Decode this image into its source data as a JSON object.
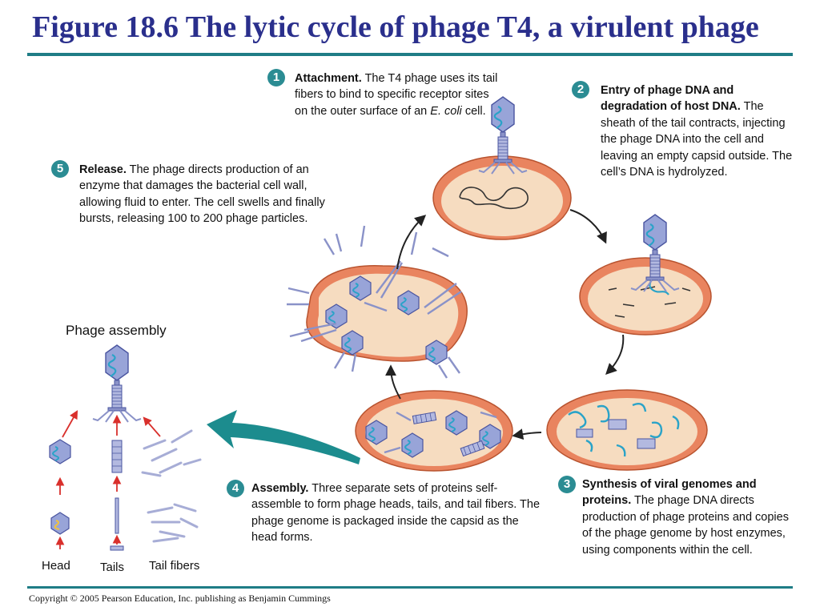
{
  "title": "Figure 18.6 The lytic cycle of phage T4, a virulent phage",
  "footer": "Copyright © 2005 Pearson Education, Inc. publishing as Benjamin Cummings",
  "steps": [
    {
      "number": "1",
      "heading": "Attachment.",
      "text_before": "The T4 phage uses its tail fibers to bind to specific receptor sites on the outer surface of an",
      "italic": "E. coli",
      "text_after": "cell."
    },
    {
      "number": "2",
      "heading": "Entry of phage DNA and degradation of host DNA.",
      "text": "The sheath of the tail contracts, injecting the phage DNA into the cell and leaving an empty capsid outside. The cell’s DNA is hydrolyzed."
    },
    {
      "number": "3",
      "heading": "Synthesis of viral genomes and proteins.",
      "text": "The phage DNA directs production of phage proteins and copies of the phage genome by host enzymes, using components within the cell."
    },
    {
      "number": "4",
      "heading": "Assembly.",
      "text": "Three separate sets of proteins self-assemble to form phage heads, tails, and tail fibers. The phage genome is packaged inside the capsid as the head forms."
    },
    {
      "number": "5",
      "heading": "Release.",
      "text": "The phage directs production of an enzyme that damages the bacterial cell wall, allowing fluid to enter. The cell swells and finally bursts, releasing 100 to 200 phage particles."
    }
  ],
  "assembly": {
    "label": "Phage assembly",
    "head": "Head",
    "tails": "Tails",
    "tail_fibers": "Tail fibers"
  },
  "colors": {
    "title": "#2a2f8c",
    "rule": "#1f7d86",
    "badge": "#2b8c93",
    "cell_wall": "#e9845f",
    "cytoplasm": "#f6dcc0",
    "capsid": "#98a4d8",
    "dna": "#2aa3c8",
    "arrow_red": "#d9302c",
    "big_arrow": "#1c8c8e"
  }
}
